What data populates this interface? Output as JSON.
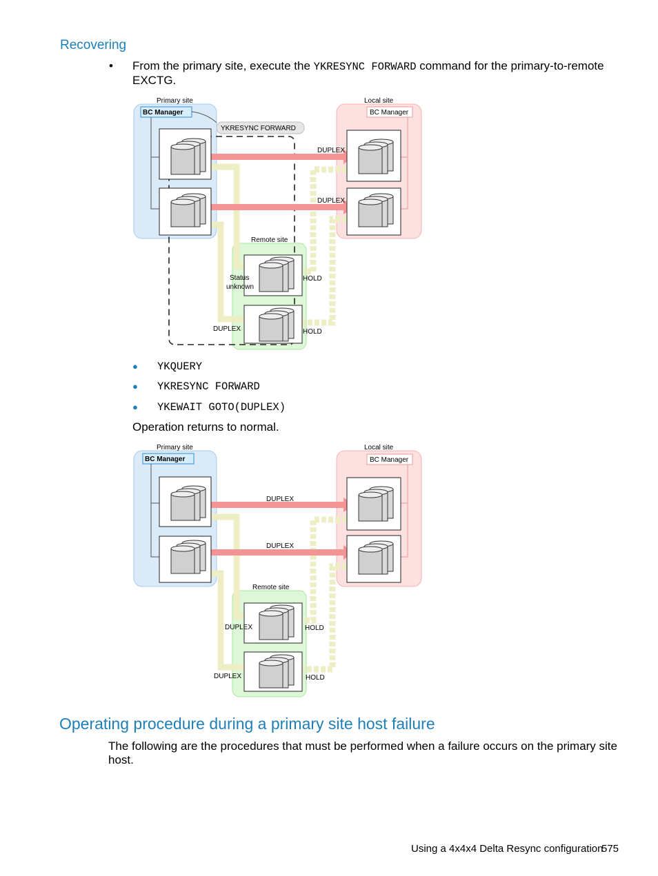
{
  "section": {
    "subheading": "Recovering",
    "step_bullet": "•",
    "step_text_before": "From the primary site, execute the",
    "step_command": "YKRESYNC FORWARD",
    "step_text_after": "command for the primary-to-remote",
    "step_text_line2": "EXCTG."
  },
  "diagram1": {
    "primary_site": "Primary site",
    "local_site": "Local site",
    "remote_site": "Remote site",
    "bc_manager_primary": "BC Manager",
    "bc_manager_local": "BC Manager",
    "command_callout": "YKRESYNC FORWARD",
    "label_duplex_top": "DUPLEX",
    "label_duplex_mid": "DUPLEX",
    "label_status_1": "Status",
    "label_status_2": "unknown",
    "label_hold_1": "HOLD",
    "label_duplex_remote": "DUPLEX",
    "label_hold_2": "HOLD"
  },
  "commands": {
    "items": [
      "YKQUERY",
      "YKRESYNC FORWARD",
      "YKEWAIT GOTO(DUPLEX)"
    ]
  },
  "result_text": "Operation returns to normal.",
  "diagram2": {
    "primary_site": "Primary site",
    "local_site": "Local site",
    "remote_site": "Remote site",
    "bc_manager_primary": "BC Manager",
    "bc_manager_local": "BC Manager",
    "label_duplex_top": "DUPLEX",
    "label_duplex_mid": "DUPLEX",
    "label_duplex_remote1": "DUPLEX",
    "label_hold_1": "HOLD",
    "label_duplex_remote2": "DUPLEX",
    "label_hold_2": "HOLD"
  },
  "next_section": {
    "heading": "Operating procedure during a primary site host failure",
    "paragraph_line1": "The following are the procedures that must be performed when a failure occurs on the primary site",
    "paragraph_line2": "host."
  },
  "footer": {
    "chapter": "Using a 4x4x4 Delta Resync configuration",
    "page_number": "575"
  },
  "colors": {
    "heading": "#1e7fb8",
    "primary_fill": "#dbeaf9",
    "local_fill": "#fde0e0",
    "remote_fill": "#dff7d9",
    "arrow_red": "#f49393",
    "arrow_yellow": "#eeeec4"
  }
}
